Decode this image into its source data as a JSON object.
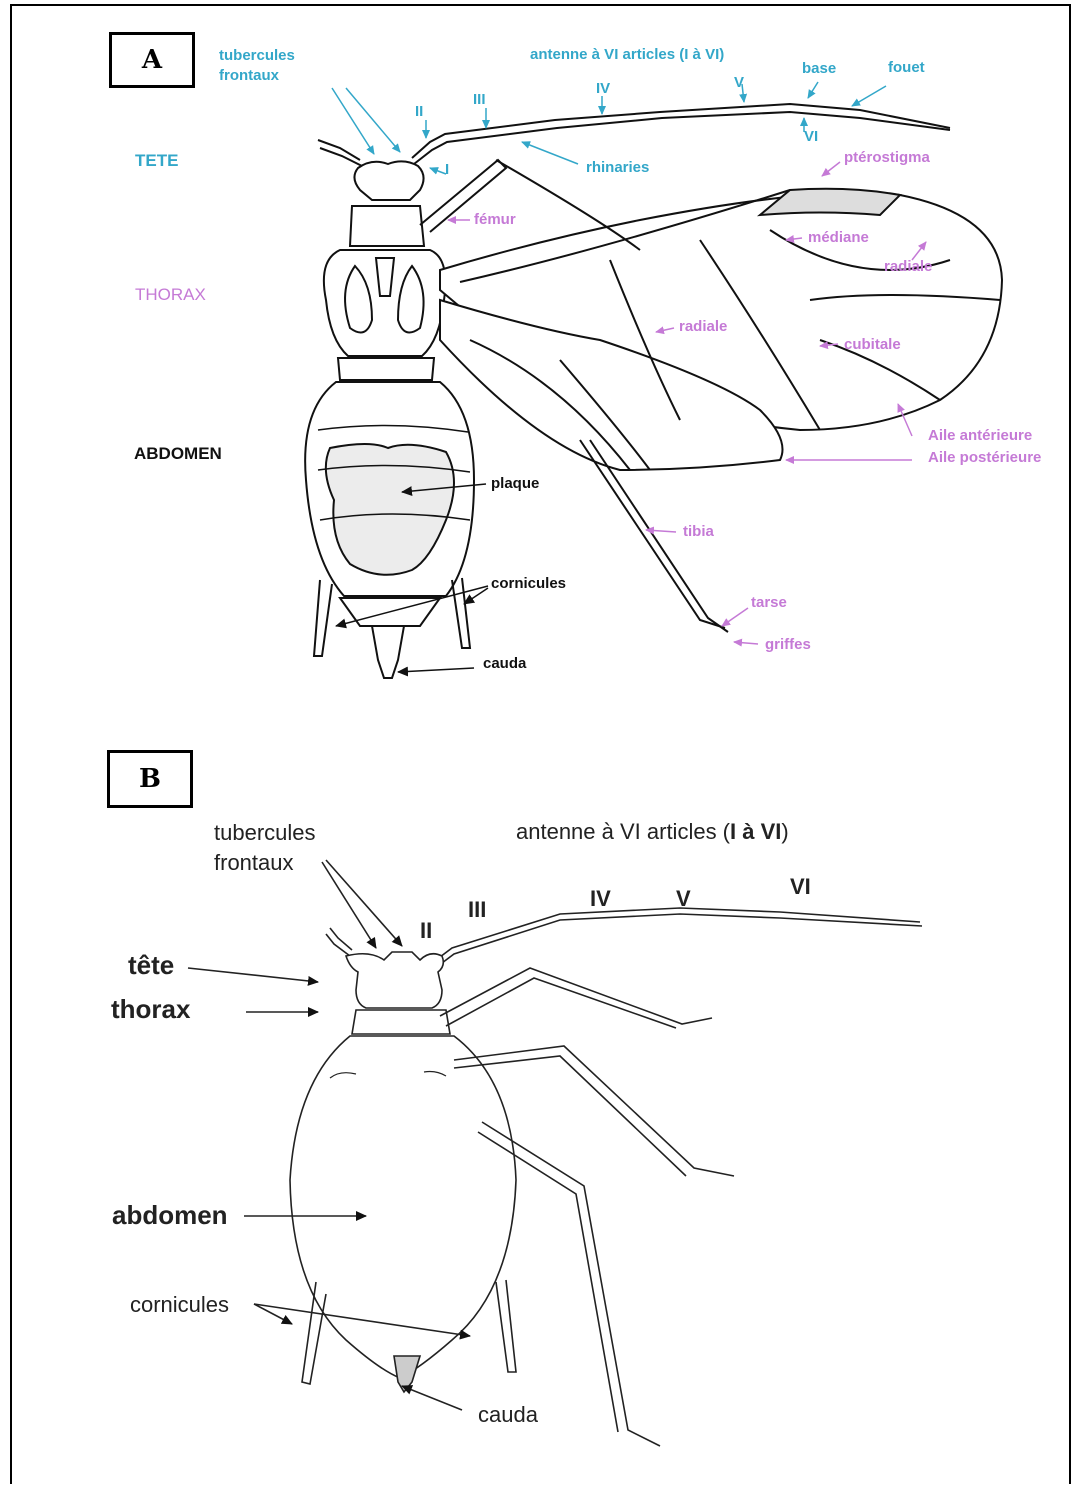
{
  "panel_a": {
    "letter": "A",
    "tubercules_frontaux": [
      "tubercules",
      "frontaux"
    ],
    "antenne": "antenne à VI articles (I à VI)",
    "base": "base",
    "fouet": "fouet",
    "seg_I": "I",
    "seg_II": "II",
    "seg_III": "III",
    "seg_IV": "IV",
    "seg_V": "V",
    "seg_VI": "VI",
    "tete": "TETE",
    "thorax": "THORAX",
    "abdomen": "ABDOMEN",
    "rhinaries": "rhinaries",
    "pterostigma": "ptérostigma",
    "femur": "fémur",
    "mediane": "médiane",
    "radiale_top": "radiale",
    "radiale_mid": "radiale",
    "cubitale": "cubitale",
    "aile_anterieure": "Aile antérieure",
    "aile_posterieure": "Aile postérieure",
    "plaque": "plaque",
    "tibia": "tibia",
    "cornicules": "cornicules",
    "tarse": "tarse",
    "griffes": "griffes",
    "cauda": "cauda"
  },
  "panel_b": {
    "letter": "B",
    "tubercules_frontaux": [
      "tubercules",
      "frontaux"
    ],
    "antenne": "antenne à VI articles (",
    "antenne_bold": "I à VI",
    "antenne_end": ")",
    "seg_II": "II",
    "seg_III": "III",
    "seg_IV": "IV",
    "seg_V": "V",
    "seg_VI": "VI",
    "tete": "tête",
    "thorax": "thorax",
    "abdomen": "abdomen",
    "cornicules": "cornicules",
    "cauda": "cauda"
  },
  "colors": {
    "head_labels": "#33a7c9",
    "wing_labels": "#c57ad6",
    "black_labels": "#111111"
  }
}
